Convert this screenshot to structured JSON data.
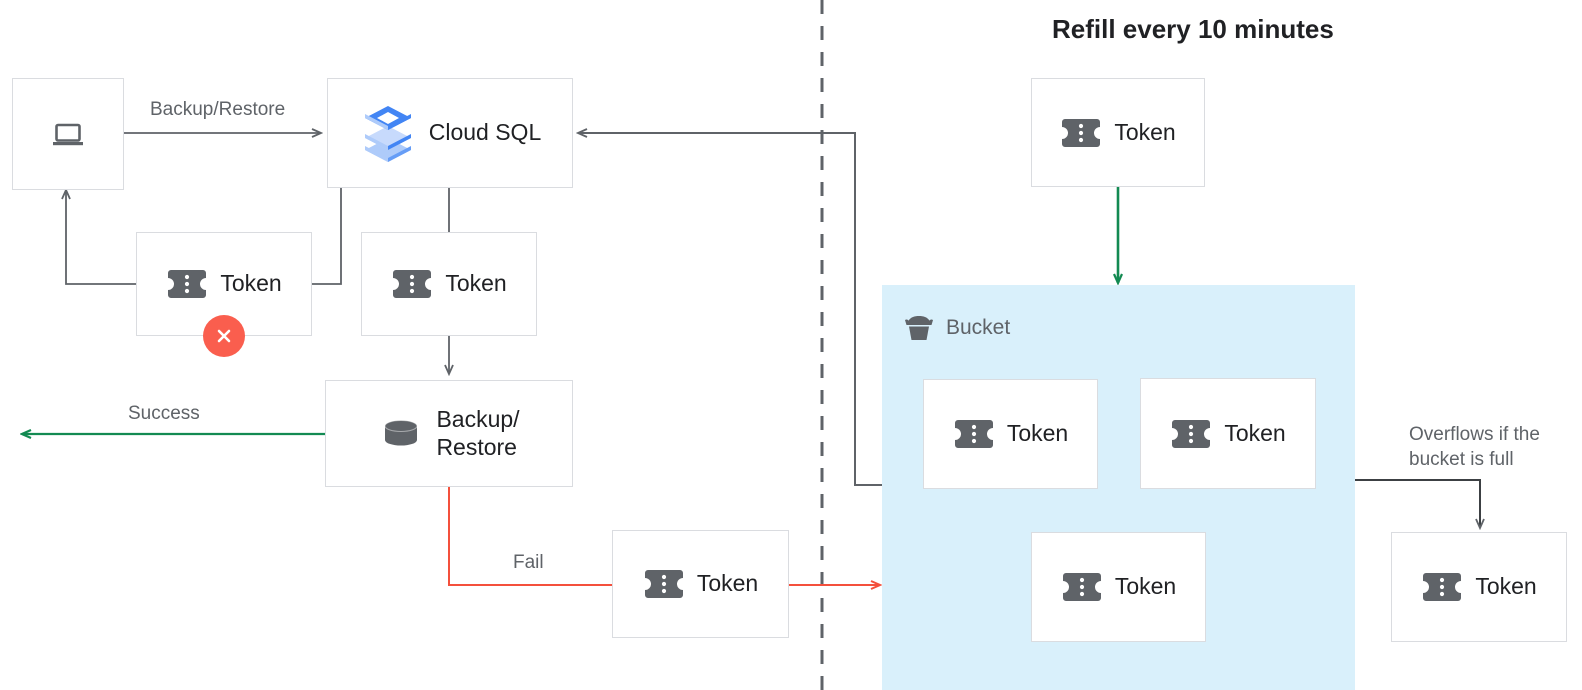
{
  "title": {
    "text": "Refill every 10 minutes"
  },
  "colors": {
    "box_border": "#dadce0",
    "bucket_fill": "#d9f0fb",
    "dark_line": "#5f6368",
    "success_green": "#138a52",
    "fail_red": "#f4503c",
    "fail_badge": "#fa5e4e",
    "token_icon": "#5f6368",
    "cloudsql_blue": "#4285f4",
    "label_gray": "#5f6368",
    "text_dark": "#202124"
  },
  "nodes": {
    "client": {
      "label": "",
      "icon": "laptop-icon"
    },
    "cloud_sql": {
      "label": "Cloud SQL",
      "icon": "cloud-sql-icon"
    },
    "token_failed": {
      "label": "Token",
      "icon": "token-icon",
      "badge": "fail-x-badge"
    },
    "token_under_sql": {
      "label": "Token",
      "icon": "token-icon"
    },
    "backup_restore": {
      "label": "Backup/\nRestore",
      "icon": "database-icon"
    },
    "token_fail_path": {
      "label": "Token",
      "icon": "token-icon"
    },
    "token_refill": {
      "label": "Token",
      "icon": "token-icon"
    },
    "bucket": {
      "label": "Bucket",
      "icon": "bucket-icon"
    },
    "bucket_token_1": {
      "label": "Token",
      "icon": "token-icon"
    },
    "bucket_token_2": {
      "label": "Token",
      "icon": "token-icon"
    },
    "bucket_token_3": {
      "label": "Token",
      "icon": "token-icon"
    },
    "token_overflow": {
      "label": "Token",
      "icon": "token-icon"
    }
  },
  "edges": {
    "backup_restore_label": "Backup/Restore",
    "success_label": "Success",
    "fail_label": "Fail",
    "overflow_label": "Overflows if the\nbucket is full"
  }
}
